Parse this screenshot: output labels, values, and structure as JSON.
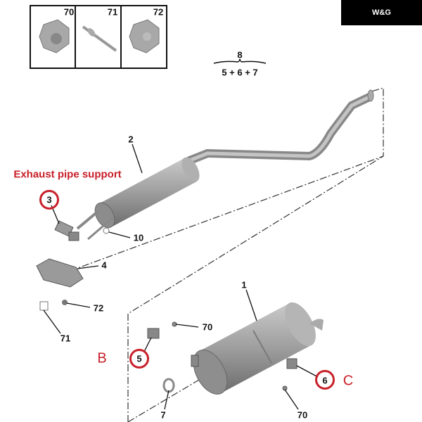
{
  "brand": {
    "logo_text": "W&G"
  },
  "fasteners": [
    {
      "ref": "70"
    },
    {
      "ref": "71"
    },
    {
      "ref": "72"
    }
  ],
  "assembly": {
    "ref": "8",
    "composition": "5 + 6 + 7"
  },
  "callouts": {
    "front_muffler": "2",
    "rear_muffler": "1",
    "support": "3",
    "bracket": "4",
    "part10": "10",
    "nut72": "72",
    "rivet71": "71",
    "nut70_a": "70",
    "nut70_b": "70",
    "clamp5": "5",
    "clamp6": "6",
    "ring7": "7"
  },
  "annotations": {
    "support_title": "Exhaust pipe support",
    "b": "B",
    "c": "C"
  },
  "colors": {
    "highlight": "#c8202a",
    "part": "#9a9a9a"
  }
}
